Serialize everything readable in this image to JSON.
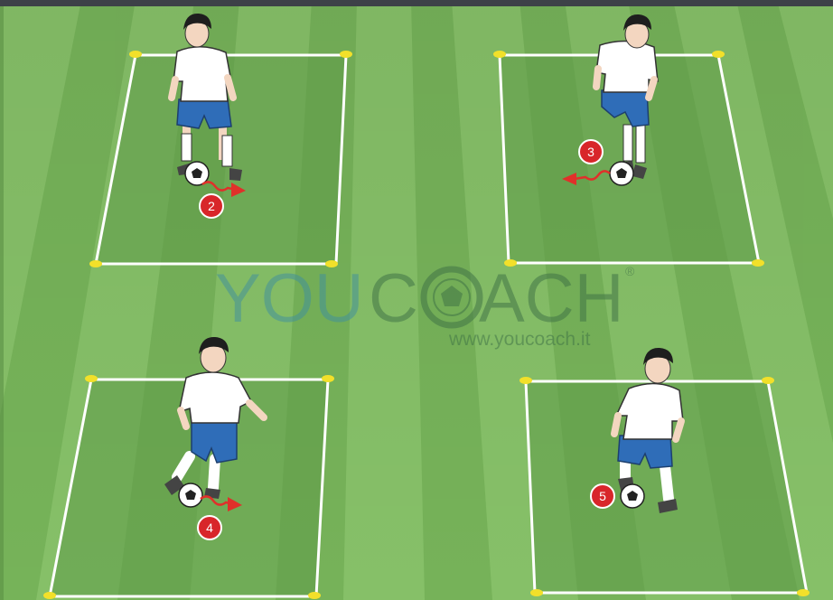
{
  "watermark": {
    "brand_you": "YOU",
    "brand_c": "C",
    "brand_ach": "ACH",
    "registered": "®",
    "url": "www.youcoach.it"
  },
  "markers": [
    {
      "label": "2"
    },
    {
      "label": "3"
    },
    {
      "label": "4"
    },
    {
      "label": "5"
    }
  ],
  "colors": {
    "pitch_light": "#8cc46b",
    "pitch_dark": "#6fae52",
    "area_fill": "#5f9a49",
    "line": "#ffffff",
    "cone": "#f2e02a",
    "marker_red": "#d8262a",
    "arrow_red": "#e0302a",
    "shirt": "#ffffff",
    "shorts": "#2f6db8",
    "skin": "#f3d6c0",
    "hair": "#1e1e1e",
    "top_bar": "#3d4148"
  }
}
